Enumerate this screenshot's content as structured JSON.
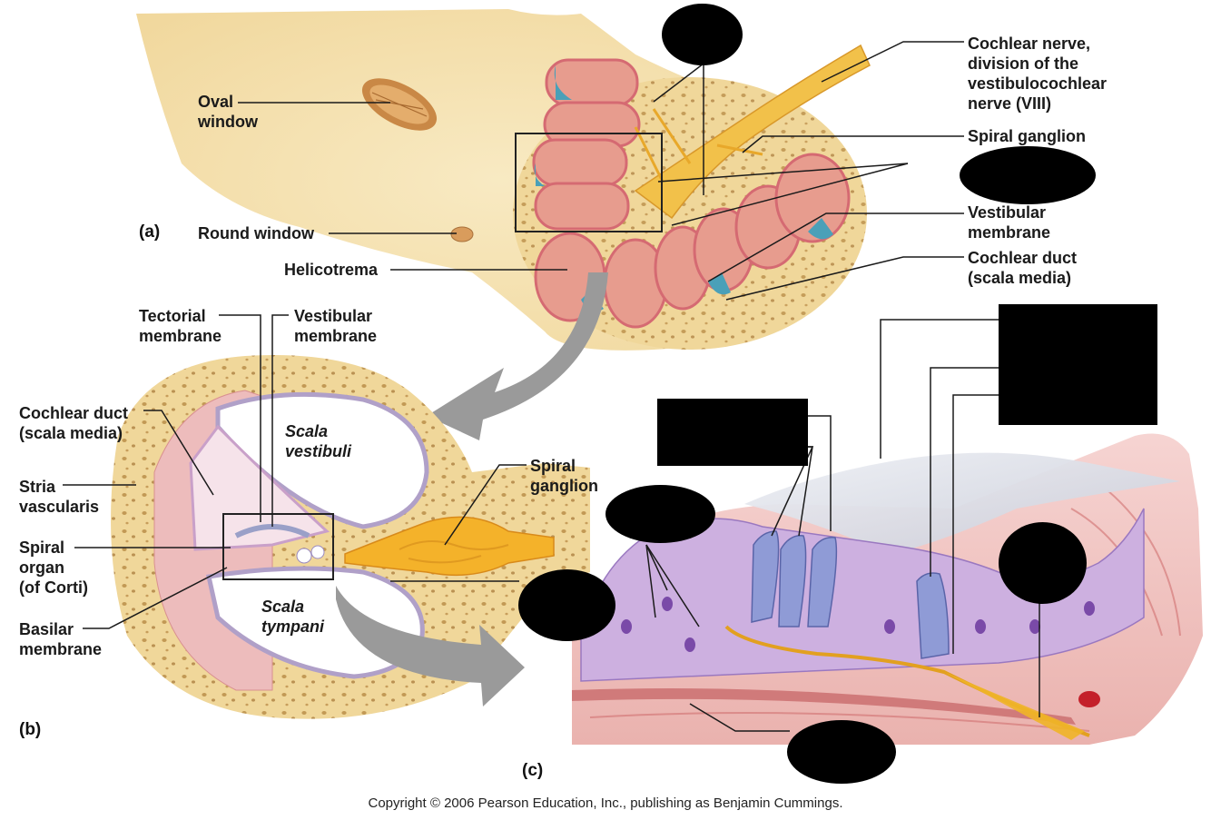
{
  "panels": {
    "a": "(a)",
    "b": "(b)",
    "c": "(c)"
  },
  "labels_a": {
    "oval_window": "Oval\nwindow",
    "round_window": "Round window",
    "helicotrema": "Helicotrema",
    "cochlear_nerve": "Cochlear nerve,\ndivision of the\nvestibulocochlear\nnerve (VIII)",
    "spiral_ganglion": "Spiral ganglion",
    "vestibular_membrane": "Vestibular\nmembrane",
    "cochlear_duct": "Cochlear duct\n(scala media)"
  },
  "labels_b": {
    "tectorial_membrane": "Tectorial\nmembrane",
    "vestibular_membrane": "Vestibular\nmembrane",
    "cochlear_duct": "Cochlear duct\n(scala media)",
    "stria_vascularis": "Stria\nvascularis",
    "spiral_organ": "Spiral\norgan\n(of Corti)",
    "basilar_membrane": "Basilar\nmembrane",
    "scala_vestibuli": "Scala\nvestibuli",
    "scala_tympani": "Scala\ntympani",
    "spiral_ganglion": "Spiral\nganglion"
  },
  "copyright": "Copyright © 2006 Pearson Education, Inc., publishing as Benjamin Cummings.",
  "colors": {
    "bone": "#f3dca0",
    "bone_pore": "#b3843e",
    "duct_wall": "#e07a80",
    "duct_fill": "#e9a090",
    "scala_media": "#4aa0b8",
    "nerve": "#f2b42a",
    "arrow": "#9a9a9a",
    "tissue_pink": "#f2c6c6",
    "cells_purple": "#c9a9dc",
    "hair_cells": "#8f9bd6",
    "tectorial": "#d8dbe4",
    "mask": "#000000"
  }
}
